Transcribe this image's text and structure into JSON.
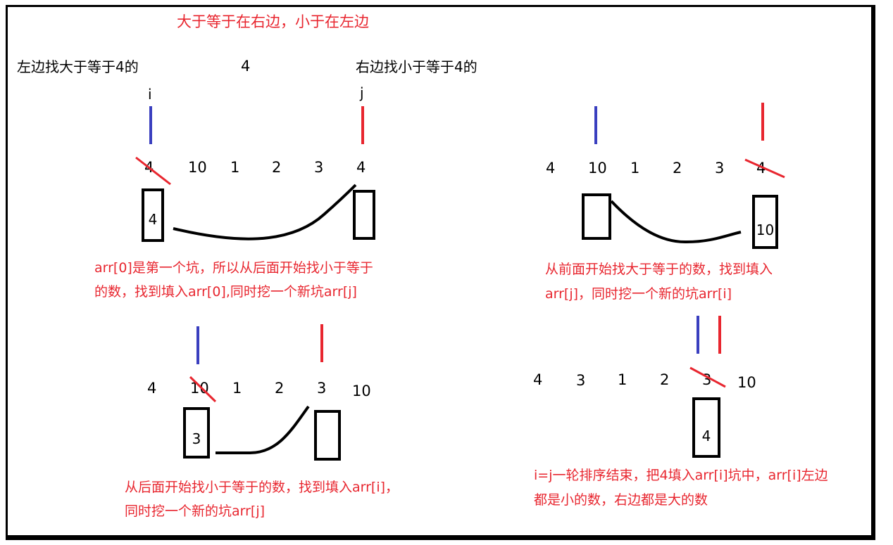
{
  "title": "大于等于在右边，小于在左边",
  "header": {
    "left_label": "左边找大于等于4的",
    "pivot": "4",
    "right_label": "右边找小于等于4的",
    "i_label": "i",
    "j_label": "j"
  },
  "colors": {
    "red": "#e8262f",
    "blue": "#3a3fbf",
    "black": "#000000"
  },
  "step1": {
    "values": [
      "4",
      "10",
      "1",
      "2",
      "3",
      "4"
    ],
    "box_left": "4",
    "caption_line1": "arr[0]是第一个坑，所以从后面开始找小于等于",
    "caption_line2": "的数，找到填入arr[0],同时挖一个新坑arr[j]"
  },
  "step2": {
    "values": [
      "4",
      "10",
      "1",
      "2",
      "3",
      "4"
    ],
    "box_right": "10",
    "caption_line1": "从前面开始找大于等于的数，找到填入",
    "caption_line2": "arr[j]，同时挖一个新的坑arr[i]"
  },
  "step3": {
    "values": [
      "4",
      "10",
      "1",
      "2",
      "3",
      "10"
    ],
    "box_left": "3",
    "caption_line1": "从后面开始找小于等于的数，找到填入arr[i]，",
    "caption_line2": "同时挖一个新的坑arr[j]"
  },
  "step4": {
    "values": [
      "4",
      "3",
      "1",
      "2",
      "3",
      "10"
    ],
    "box": "4",
    "caption_line1": "i=j一轮排序结束，把4填入arr[i]坑中，arr[i]左边",
    "caption_line2": "都是小的数，右边都是大的数"
  }
}
